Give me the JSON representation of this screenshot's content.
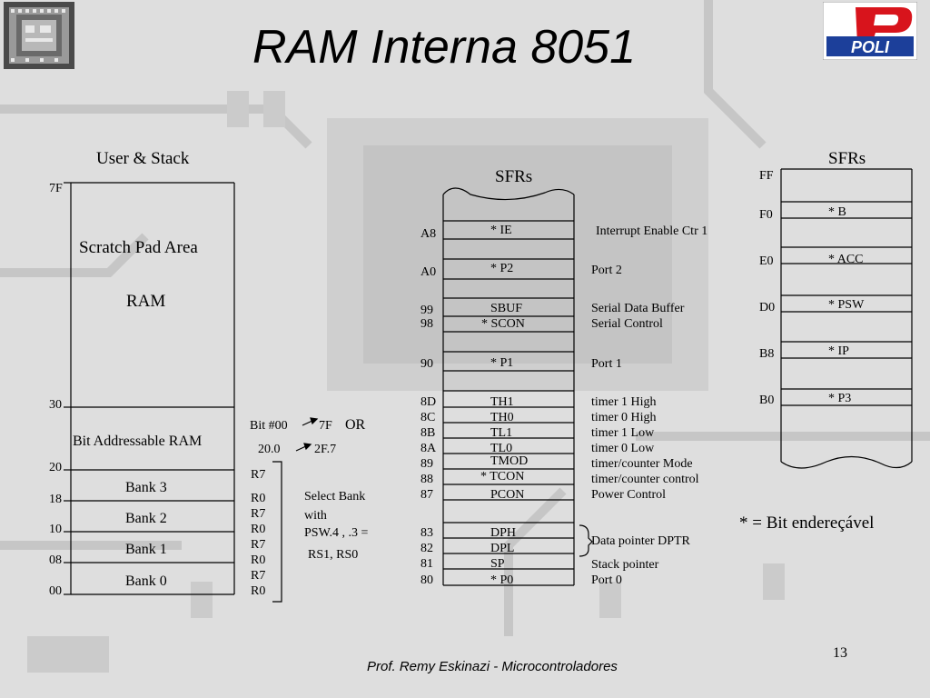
{
  "title": "RAM Interna  8051",
  "footer": "Prof. Remy Eskinazi - Microcontroladores",
  "page_number": "13",
  "logo_text": "POLI",
  "user_ram": {
    "header": "User & Stack",
    "addresses": [
      "7F",
      "30",
      "20",
      "18",
      "10",
      "08",
      "00"
    ],
    "scratch_label": "Scratch Pad Area",
    "ram_label": "RAM",
    "bit_label": "Bit Addressable RAM",
    "banks": [
      "Bank 3",
      "Bank 2",
      "Bank 1",
      "Bank 0"
    ]
  },
  "bit_addr": {
    "line1": "Bit #00",
    "line1_to": "7F",
    "or": "OR",
    "line2": "20.0",
    "line2_to": "2F.7"
  },
  "reg_labels": [
    "R7",
    "R0",
    "R7",
    "R0",
    "R7",
    "R0",
    "R7",
    "R0"
  ],
  "select_bank": [
    "Select Bank",
    "with",
    "PSW.4 , .3 =",
    "RS1, RS0"
  ],
  "sfr_mid": {
    "header": "SFRs",
    "rows": [
      {
        "addr": "A8",
        "name": "* IE",
        "desc": "Interrupt Enable Ctr 1"
      },
      {
        "addr": "A0",
        "name": "* P2",
        "desc": "Port 2"
      },
      {
        "addr": "99",
        "name": "SBUF",
        "desc": "Serial Data Buffer"
      },
      {
        "addr": "98",
        "name": "* SCON",
        "desc": "Serial Control"
      },
      {
        "addr": "90",
        "name": "* P1",
        "desc": "Port 1"
      },
      {
        "addr": "8D",
        "name": "TH1",
        "desc": "timer 1 High"
      },
      {
        "addr": "8C",
        "name": "TH0",
        "desc": "timer 0 High"
      },
      {
        "addr": "8B",
        "name": "TL1",
        "desc": "timer 1 Low"
      },
      {
        "addr": "8A",
        "name": "TL0",
        "desc": "timer 0 Low"
      },
      {
        "addr": "89",
        "name": "TMOD",
        "desc": "timer/counter Mode"
      },
      {
        "addr": "88",
        "name": "* TCON",
        "desc": "timer/counter control"
      },
      {
        "addr": "87",
        "name": "PCON",
        "desc": "Power Control"
      },
      {
        "addr": "83",
        "name": "DPH",
        "desc": ""
      },
      {
        "addr": "82",
        "name": "DPL",
        "desc": ""
      },
      {
        "addr": "81",
        "name": "SP",
        "desc": "Stack pointer"
      },
      {
        "addr": "80",
        "name": "* P0",
        "desc": "Port 0"
      }
    ],
    "dptr_desc": "Data pointer DPTR"
  },
  "sfr_right": {
    "header": "SFRs",
    "rows": [
      {
        "addr": "FF",
        "name": ""
      },
      {
        "addr": "F0",
        "name": "* B"
      },
      {
        "addr": "E0",
        "name": "* ACC"
      },
      {
        "addr": "D0",
        "name": "* PSW"
      },
      {
        "addr": "B8",
        "name": "* IP"
      },
      {
        "addr": "B0",
        "name": "* P3"
      }
    ]
  },
  "legend": "*  =  Bit endereçável",
  "colors": {
    "background": "#dcdcdc",
    "logo_red": "#d8141c",
    "logo_blue": "#1c3f9a"
  }
}
